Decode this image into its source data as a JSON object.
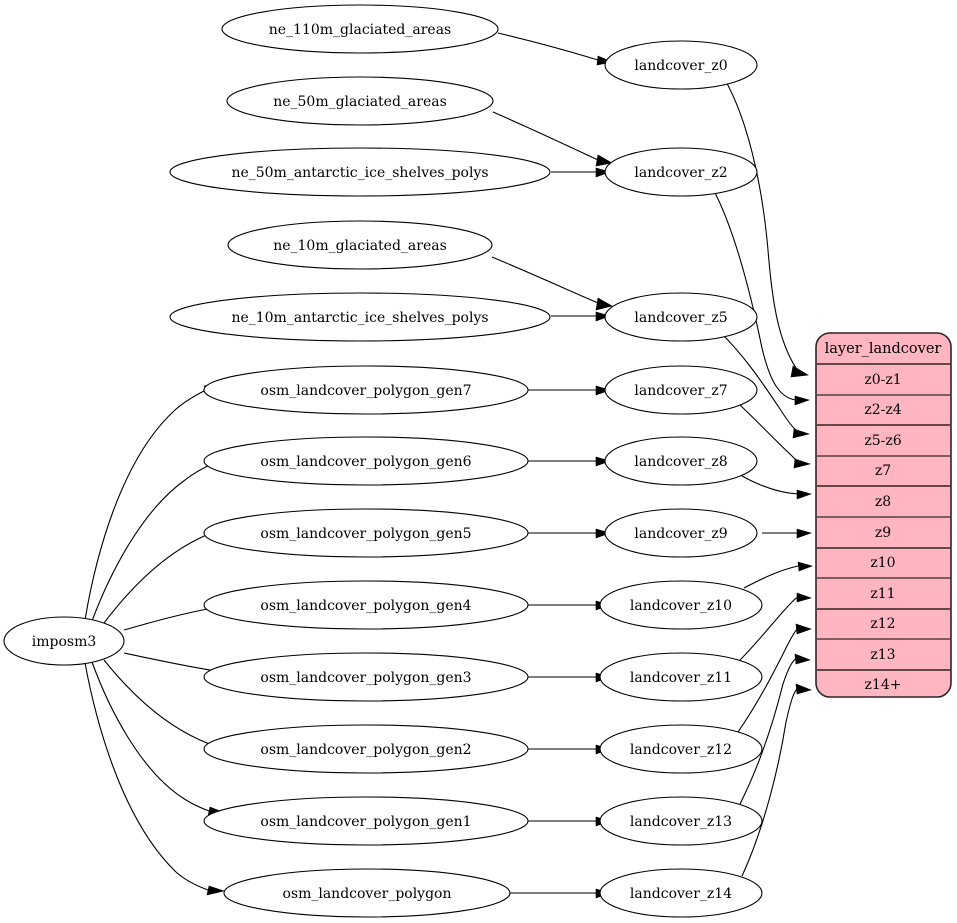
{
  "diagram": {
    "title": "landcover layer data flow",
    "background_color": "#ffffff",
    "node_fill": "#ffffff",
    "node_stroke": "#000000",
    "table_fill": "#ffb6c1",
    "table_stroke": "#2f2424"
  },
  "source_node": {
    "id": "imposm3",
    "label": "imposm3"
  },
  "natural_earth_nodes": [
    {
      "id": "ne_110m_glaciated_areas",
      "label": "ne_110m_glaciated_areas"
    },
    {
      "id": "ne_50m_glaciated_areas",
      "label": "ne_50m_glaciated_areas"
    },
    {
      "id": "ne_50m_antarctic_ice_shelves_polys",
      "label": "ne_50m_antarctic_ice_shelves_polys"
    },
    {
      "id": "ne_10m_glaciated_areas",
      "label": "ne_10m_glaciated_areas"
    },
    {
      "id": "ne_10m_antarctic_ice_shelves_polys",
      "label": "ne_10m_antarctic_ice_shelves_polys"
    }
  ],
  "osm_nodes": [
    {
      "id": "osm_landcover_polygon_gen7",
      "label": "osm_landcover_polygon_gen7"
    },
    {
      "id": "osm_landcover_polygon_gen6",
      "label": "osm_landcover_polygon_gen6"
    },
    {
      "id": "osm_landcover_polygon_gen5",
      "label": "osm_landcover_polygon_gen5"
    },
    {
      "id": "osm_landcover_polygon_gen4",
      "label": "osm_landcover_polygon_gen4"
    },
    {
      "id": "osm_landcover_polygon_gen3",
      "label": "osm_landcover_polygon_gen3"
    },
    {
      "id": "osm_landcover_polygon_gen2",
      "label": "osm_landcover_polygon_gen2"
    },
    {
      "id": "osm_landcover_polygon_gen1",
      "label": "osm_landcover_polygon_gen1"
    },
    {
      "id": "osm_landcover_polygon",
      "label": "osm_landcover_polygon"
    }
  ],
  "landcover_nodes": [
    {
      "id": "landcover_z0",
      "label": "landcover_z0"
    },
    {
      "id": "landcover_z2",
      "label": "landcover_z2"
    },
    {
      "id": "landcover_z5",
      "label": "landcover_z5"
    },
    {
      "id": "landcover_z7",
      "label": "landcover_z7"
    },
    {
      "id": "landcover_z8",
      "label": "landcover_z8"
    },
    {
      "id": "landcover_z9",
      "label": "landcover_z9"
    },
    {
      "id": "landcover_z10",
      "label": "landcover_z10"
    },
    {
      "id": "landcover_z11",
      "label": "landcover_z11"
    },
    {
      "id": "landcover_z12",
      "label": "landcover_z12"
    },
    {
      "id": "landcover_z13",
      "label": "landcover_z13"
    },
    {
      "id": "landcover_z14",
      "label": "landcover_z14"
    }
  ],
  "layer_table": {
    "title": "layer_landcover",
    "rows": [
      {
        "label": "z0-z1"
      },
      {
        "label": "z2-z4"
      },
      {
        "label": "z5-z6"
      },
      {
        "label": "z7"
      },
      {
        "label": "z8"
      },
      {
        "label": "z9"
      },
      {
        "label": "z10"
      },
      {
        "label": "z11"
      },
      {
        "label": "z12"
      },
      {
        "label": "z13"
      },
      {
        "label": "z14+"
      }
    ]
  },
  "edges": [
    {
      "from": "ne_110m_glaciated_areas",
      "to": "landcover_z0"
    },
    {
      "from": "ne_50m_glaciated_areas",
      "to": "landcover_z2"
    },
    {
      "from": "ne_50m_antarctic_ice_shelves_polys",
      "to": "landcover_z2"
    },
    {
      "from": "ne_10m_glaciated_areas",
      "to": "landcover_z5"
    },
    {
      "from": "ne_10m_antarctic_ice_shelves_polys",
      "to": "landcover_z5"
    },
    {
      "from": "imposm3",
      "to": "osm_landcover_polygon_gen7"
    },
    {
      "from": "imposm3",
      "to": "osm_landcover_polygon_gen6"
    },
    {
      "from": "imposm3",
      "to": "osm_landcover_polygon_gen5"
    },
    {
      "from": "imposm3",
      "to": "osm_landcover_polygon_gen4"
    },
    {
      "from": "imposm3",
      "to": "osm_landcover_polygon_gen3"
    },
    {
      "from": "imposm3",
      "to": "osm_landcover_polygon_gen2"
    },
    {
      "from": "imposm3",
      "to": "osm_landcover_polygon_gen1"
    },
    {
      "from": "imposm3",
      "to": "osm_landcover_polygon"
    },
    {
      "from": "osm_landcover_polygon_gen7",
      "to": "landcover_z7"
    },
    {
      "from": "osm_landcover_polygon_gen6",
      "to": "landcover_z8"
    },
    {
      "from": "osm_landcover_polygon_gen5",
      "to": "landcover_z9"
    },
    {
      "from": "osm_landcover_polygon_gen4",
      "to": "landcover_z10"
    },
    {
      "from": "osm_landcover_polygon_gen3",
      "to": "landcover_z11"
    },
    {
      "from": "osm_landcover_polygon_gen2",
      "to": "landcover_z12"
    },
    {
      "from": "osm_landcover_polygon_gen1",
      "to": "landcover_z13"
    },
    {
      "from": "osm_landcover_polygon",
      "to": "landcover_z14"
    },
    {
      "from": "landcover_z0",
      "to": "z0-z1"
    },
    {
      "from": "landcover_z2",
      "to": "z2-z4"
    },
    {
      "from": "landcover_z5",
      "to": "z5-z6"
    },
    {
      "from": "landcover_z7",
      "to": "z7"
    },
    {
      "from": "landcover_z8",
      "to": "z8"
    },
    {
      "from": "landcover_z9",
      "to": "z9"
    },
    {
      "from": "landcover_z10",
      "to": "z10"
    },
    {
      "from": "landcover_z11",
      "to": "z11"
    },
    {
      "from": "landcover_z12",
      "to": "z12"
    },
    {
      "from": "landcover_z13",
      "to": "z13"
    },
    {
      "from": "landcover_z14",
      "to": "z14+"
    }
  ]
}
